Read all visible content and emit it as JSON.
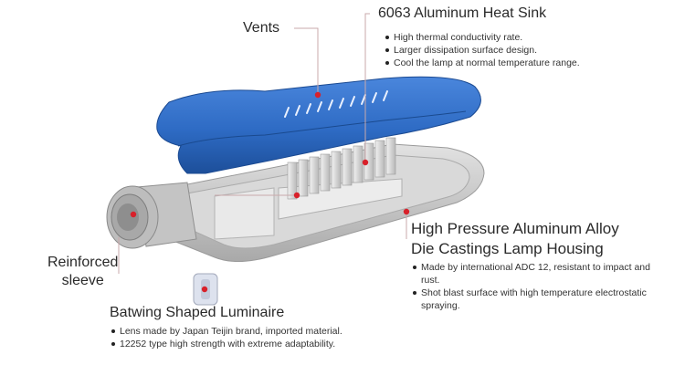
{
  "callouts": {
    "vents": {
      "label": "Vents"
    },
    "heat_sink": {
      "title": "6063 Aluminum Heat Sink",
      "bullets": [
        "High thermal conductivity rate.",
        "Larger dissipation surface design.",
        "Cool the lamp at normal temperature range."
      ]
    },
    "housing": {
      "title_line1": "High Pressure Aluminum Alloy",
      "title_line2": "Die Castings Lamp Housing",
      "bullets": [
        "Made by international ADC 12, resistant to impact and rust.",
        "Shot blast surface with high temperature electrostatic spraying."
      ]
    },
    "sleeve": {
      "line1": "Reinforced",
      "line2": "sleeve"
    },
    "luminaire": {
      "title": "Batwing Shaped Luminaire",
      "bullets": [
        "Lens made by Japan Teijin brand, imported material.",
        "12252 type high strength with extreme adaptability."
      ]
    }
  },
  "colors": {
    "marker": "#d8202a",
    "cover": "#2d6bc6",
    "housing": "#c9c9c9",
    "leader": "#c9a9ab"
  }
}
